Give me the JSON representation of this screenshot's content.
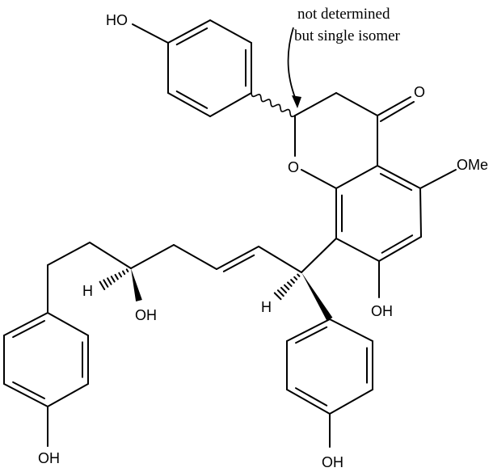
{
  "annotation": {
    "line1": "not determined",
    "line2": "but single isomer"
  },
  "atoms": {
    "ho_top": "HO",
    "carbonyl_o": "O",
    "ring_o": "O",
    "ome": "OMe",
    "oh_c7": "OH",
    "h_benzylic": "H",
    "oh_ring_d": "OH",
    "h_carbinol": "H",
    "oh_carbinol": "OH",
    "oh_ring_e": "OH"
  }
}
